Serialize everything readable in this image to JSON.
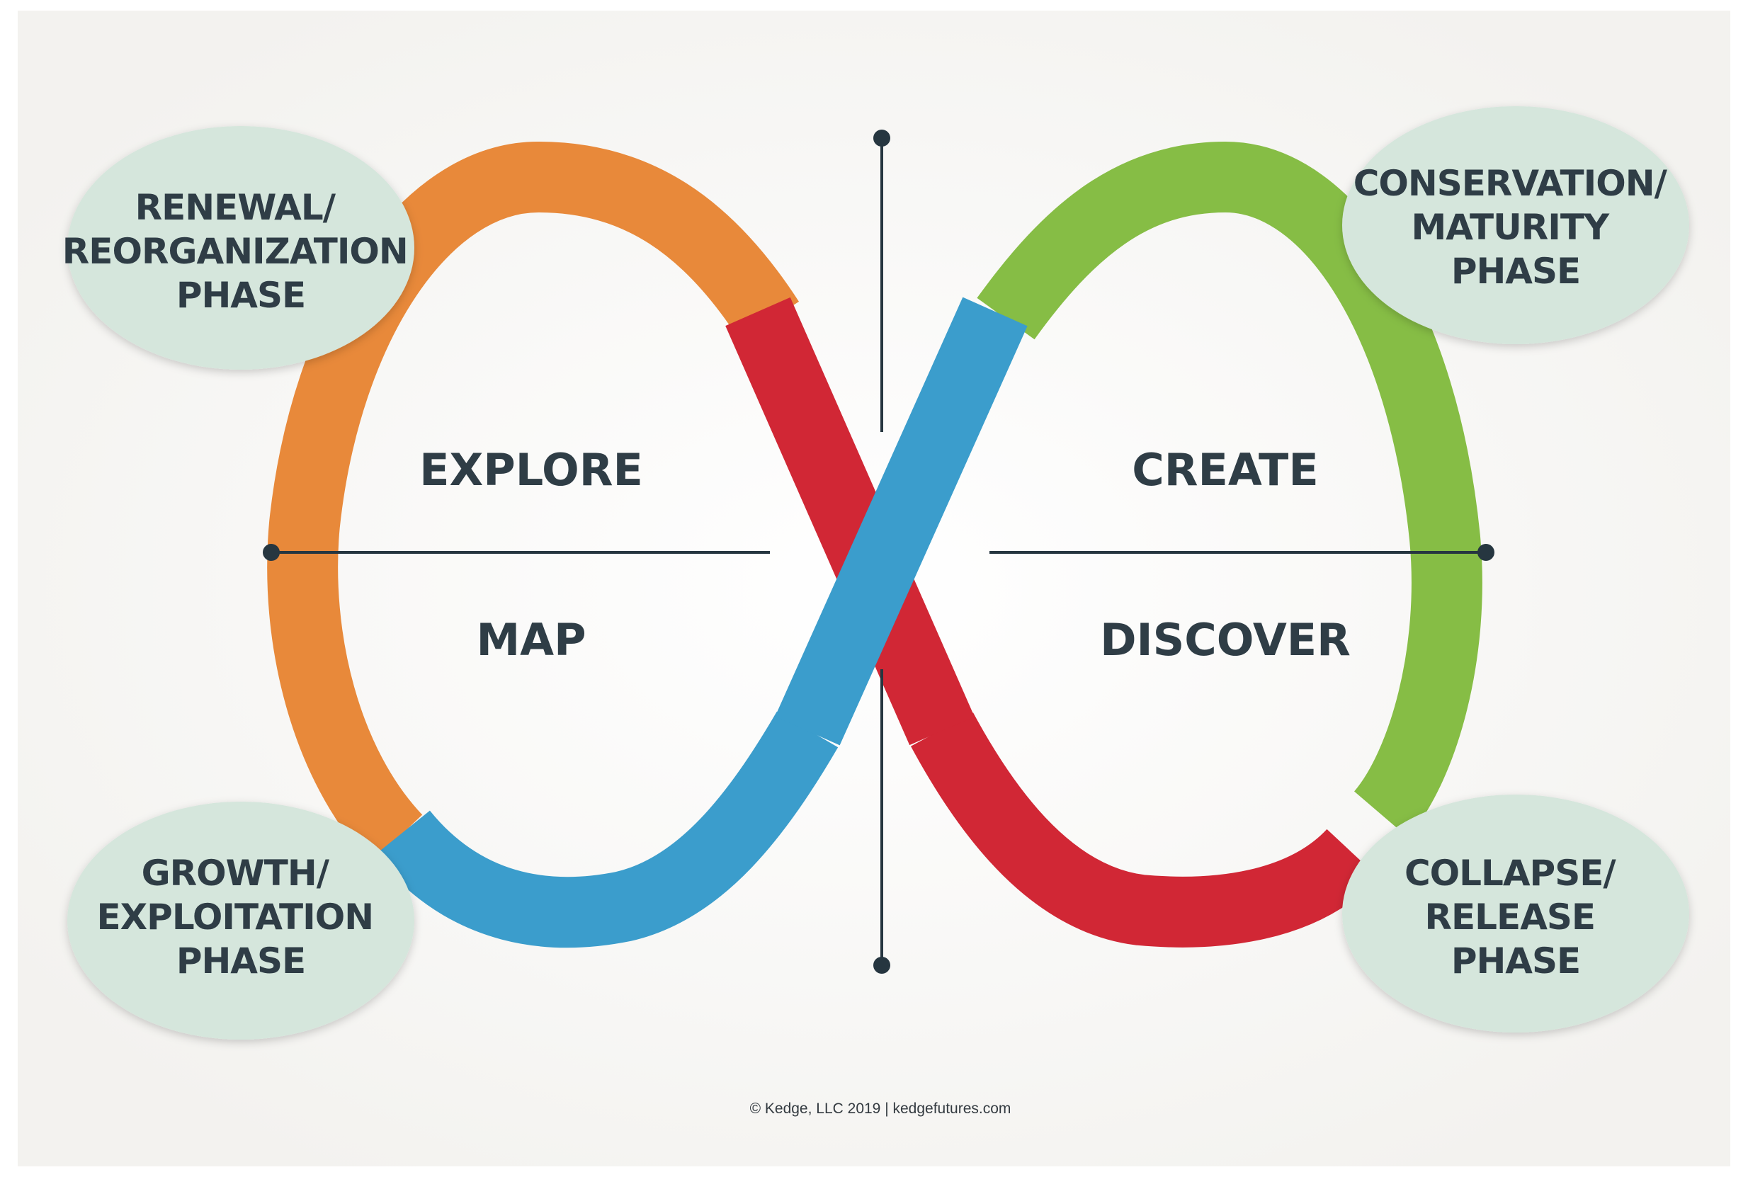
{
  "diagram": {
    "phases": {
      "renewal": {
        "lines": [
          "RENEWAL/",
          "REORGANIZATION",
          "PHASE"
        ]
      },
      "conservation": {
        "lines": [
          "CONSERVATION/",
          "MATURITY",
          "PHASE"
        ]
      },
      "growth": {
        "lines": [
          "GROWTH/",
          "EXPLOITATION",
          "PHASE"
        ]
      },
      "collapse": {
        "lines": [
          "COLLAPSE/",
          "RELEASE",
          "PHASE"
        ]
      }
    },
    "quadrants": {
      "explore": "EXPLORE",
      "create": "CREATE",
      "map": "MAP",
      "discover": "DISCOVER"
    },
    "footer": "© Kedge, LLC 2019 | kedgefutures.com"
  },
  "colors": {
    "orange": "#e8893a",
    "green": "#86bd45",
    "blue": "#3b9dcc",
    "red": "#d12735",
    "bubble": "#d5e6dc",
    "axis": "#263640",
    "text": "#2f3d46"
  }
}
